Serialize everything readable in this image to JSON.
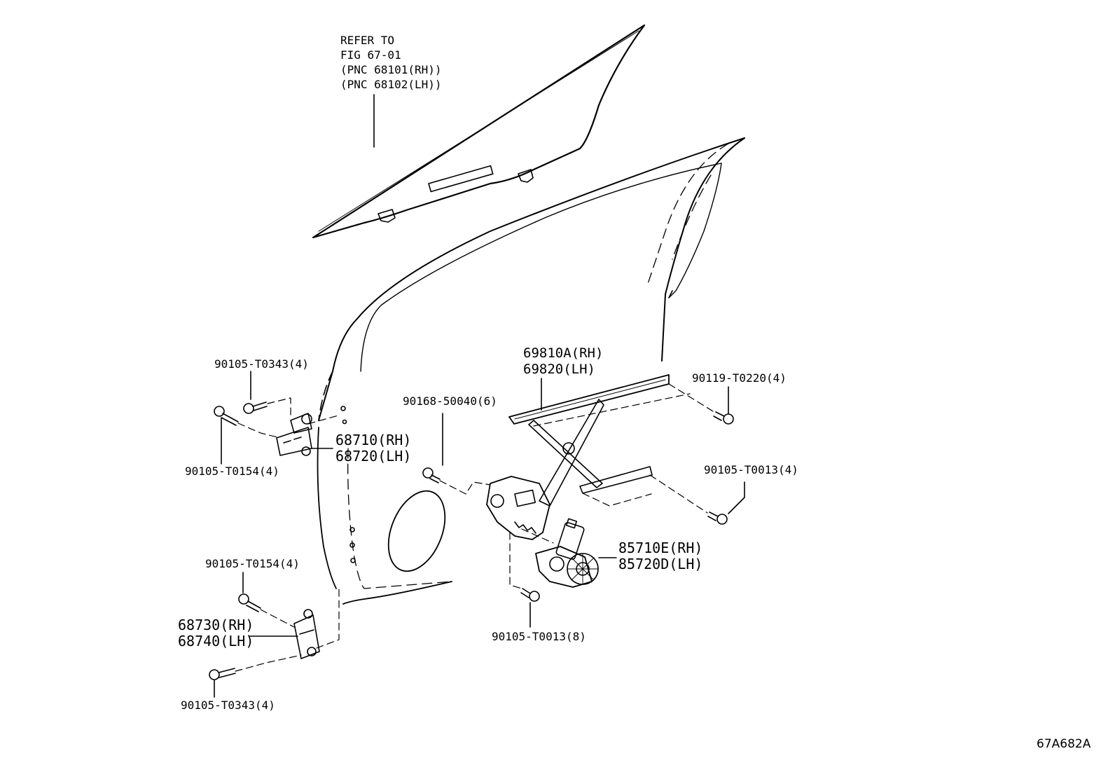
{
  "figure_id": "67A682A",
  "callouts": {
    "glass_ref": [
      "REFER TO",
      "FIG 67-01",
      "(PNC 68101(RH))",
      "(PNC 68102(LH))"
    ],
    "upper_hinge_bolt_top": "90105-T0343(4)",
    "upper_hinge_bolt_bottom": "90105-T0154(4)",
    "upper_hinge": [
      "68710(RH)",
      "68720(LH)"
    ],
    "lower_hinge_bolt_top": "90105-T0154(4)",
    "lower_hinge": [
      "68730(RH)",
      "68740(LH)"
    ],
    "lower_hinge_bolt_bottom": "90105-T0343(4)",
    "regulator_bolt": "90168-50040(6)",
    "regulator": [
      "69810A(RH)",
      "69820(LH)"
    ],
    "rail_bolt_top": "90119-T0220(4)",
    "rail_bolt_right": "90105-T0013(4)",
    "motor": [
      "85710E(RH)",
      "85720D(LH)"
    ],
    "motor_bolt": "90105-T0013(8)"
  },
  "colors": {
    "line": "#000000",
    "background": "#ffffff"
  }
}
